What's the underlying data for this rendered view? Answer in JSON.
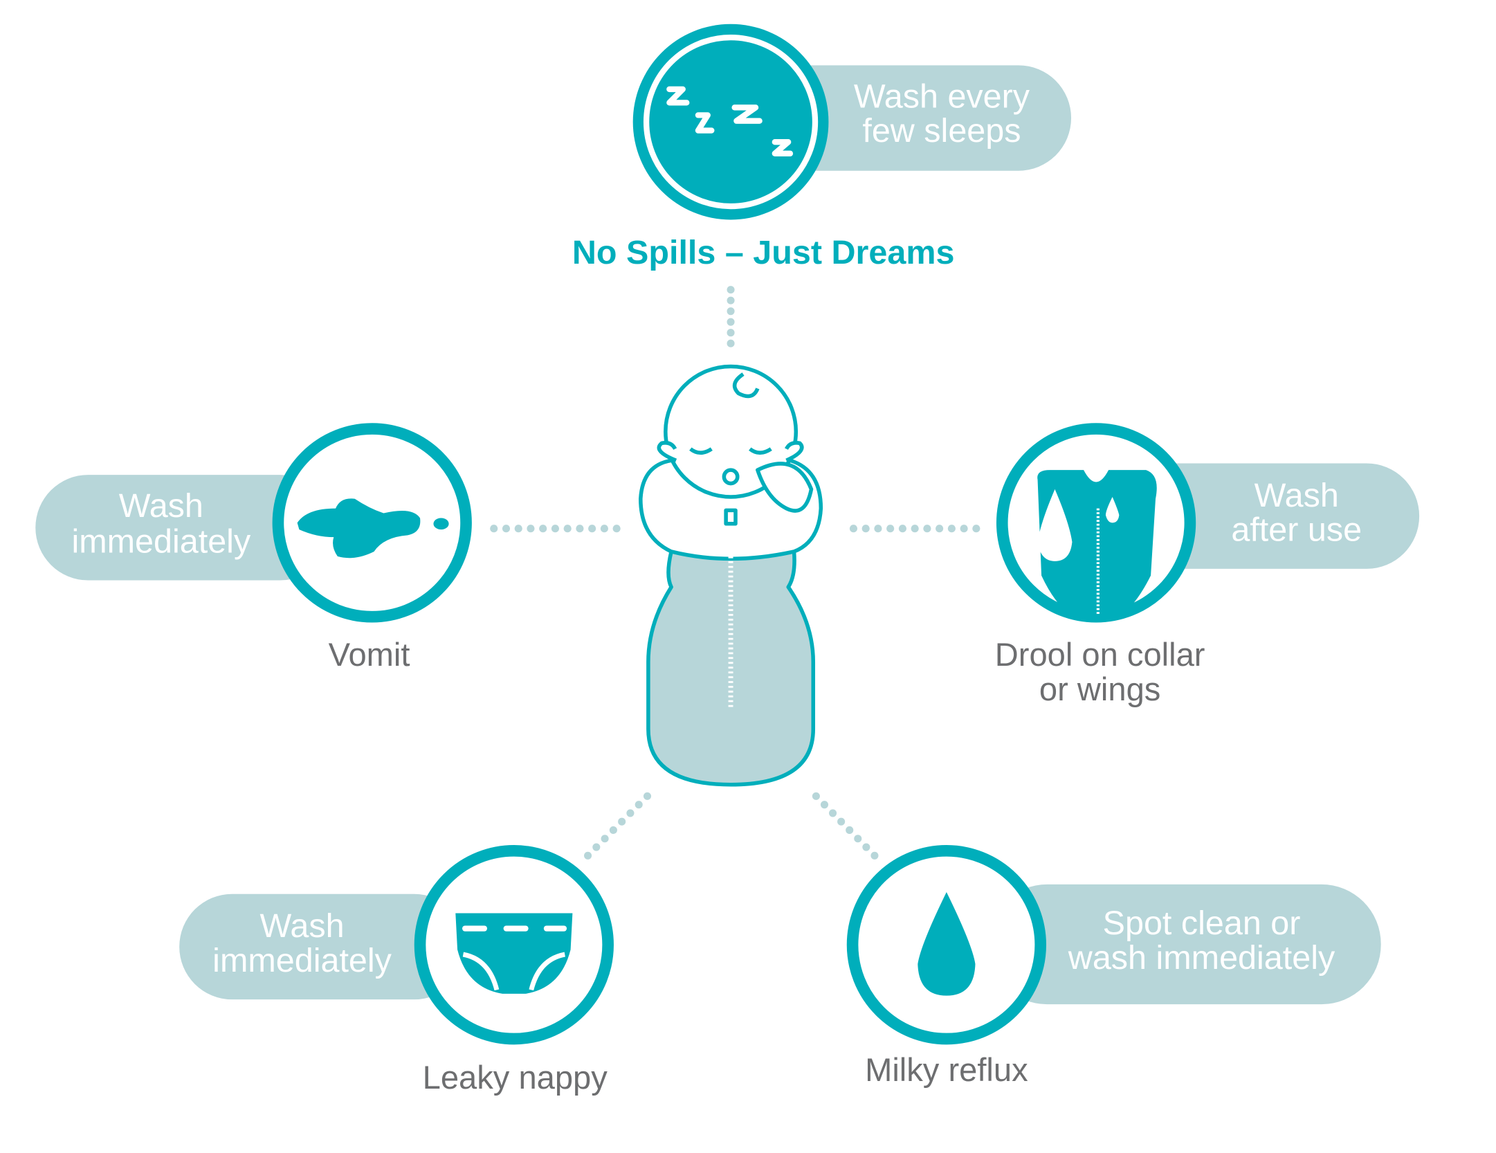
{
  "title": "No Spills – Just Dreams",
  "colors": {
    "teal": "#00aebb",
    "pill": "#b7d6d9",
    "label": "#6d6e70"
  },
  "items": [
    {
      "id": "sleeps",
      "icon": "zzz-icon",
      "pill": [
        "Wash every",
        "few sleeps"
      ]
    },
    {
      "id": "vomit",
      "icon": "vomit-splash-icon",
      "pill": [
        "Wash",
        "immediately"
      ],
      "label": [
        "Vomit"
      ]
    },
    {
      "id": "drool",
      "icon": "sleepsuit-drool-icon",
      "pill": [
        "Wash",
        "after use"
      ],
      "label": [
        "Drool on collar",
        "or wings"
      ]
    },
    {
      "id": "nappy",
      "icon": "nappy-icon",
      "pill": [
        "Wash",
        "immediately"
      ],
      "label": [
        "Leaky nappy"
      ]
    },
    {
      "id": "reflux",
      "icon": "milk-drop-icon",
      "pill": [
        "Spot clean or",
        "wash immediately"
      ],
      "label": [
        "Milky reflux"
      ]
    }
  ]
}
